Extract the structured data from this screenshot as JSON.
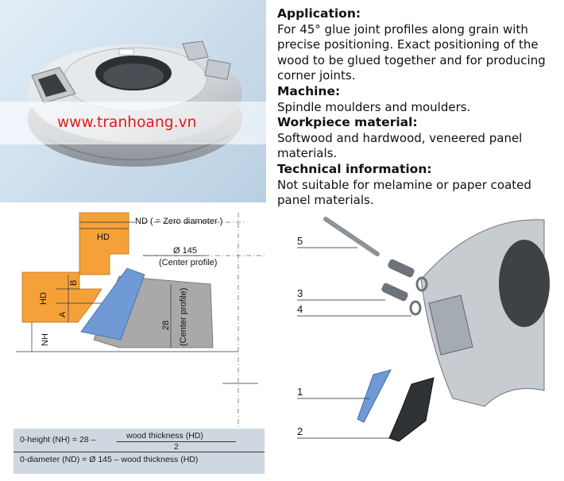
{
  "watermark": "www.tranhoang.vn",
  "info": {
    "application_heading": "Application:",
    "application_text": "For 45° glue joint profiles along grain with precise positioning. Exact positioning of the wood to be glued together and for producing corner joints.",
    "machine_heading": "Machine:",
    "machine_text": "Spindle moulders and moulders.",
    "workpiece_heading": "Workpiece material:",
    "workpiece_text": "Softwood and hardwood, veneered panel materials.",
    "technical_heading": "Technical information:",
    "technical_text": "Not suitable for melamine or paper coated panel materials."
  },
  "diagram": {
    "nd_label": "ND ( = Zero diameter )",
    "hd_top": "HD",
    "diameter": "Ø 145",
    "center_profile_paren": "(Center profile)",
    "b": "B",
    "hd_side": "HD",
    "a": "A",
    "nh": "NH",
    "dim_28": "28",
    "center_profile_vertical": "(Center profile)"
  },
  "formula": {
    "height_lhs": "0-height (NH)  =  28  –",
    "height_num": "wood thickness (HD)",
    "height_den": "2",
    "diameter_line": "0-diameter (ND) = Ø 145 – wood thickness (HD)"
  },
  "exploded": {
    "labels": [
      "5",
      "3",
      "4",
      "1",
      "2"
    ]
  },
  "colors": {
    "orange": "#f5a13a",
    "blue_blade": "#6f9ad6",
    "grey_body": "#a9a9a9",
    "watermark_red": "#e01b1b",
    "formula_bg": "#cfd8e0"
  }
}
